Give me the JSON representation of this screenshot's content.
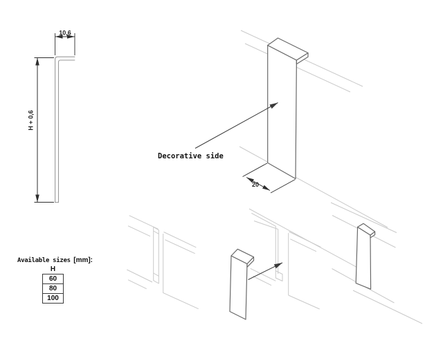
{
  "drawing": {
    "cross_section": {
      "width_dim": "10,6",
      "height_dim": "H + 0,6"
    },
    "iso": {
      "label": "Decorative side",
      "depth_dim": "20"
    },
    "sizes": {
      "caption": "Available sizes",
      "unit": "[mm]:",
      "header": "H",
      "rows": [
        "60",
        "80",
        "100"
      ]
    },
    "colors": {
      "dimension_lines": "#2e2e2e",
      "profile_outline": "#696969",
      "section_outline": "#9a9a9a",
      "board_edges": "#c9c9c9",
      "background": "#ffffff"
    }
  }
}
